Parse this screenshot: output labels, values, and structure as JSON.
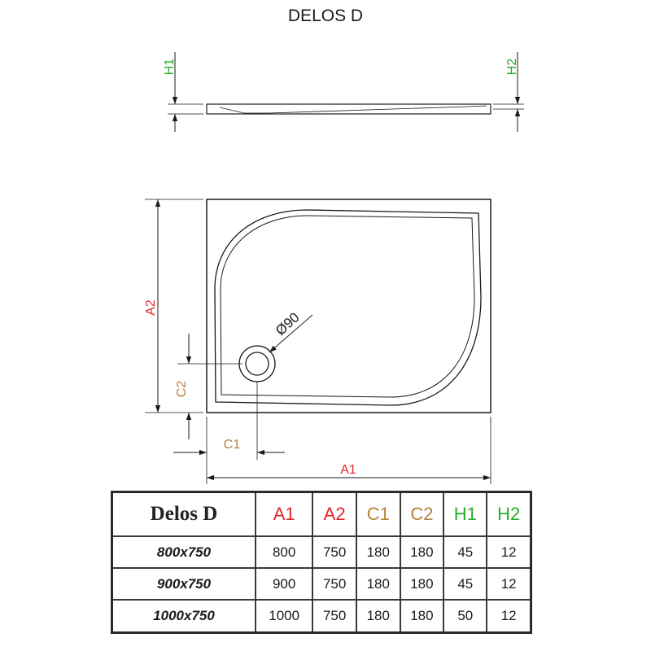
{
  "title": "DELOS D",
  "labels": {
    "h1": "H1",
    "h2": "H2",
    "a1": "A1",
    "a2": "A2",
    "c1": "C1",
    "c2": "C2",
    "drain": "Ø90"
  },
  "colors": {
    "a": "#e3262b",
    "c": "#b7803a",
    "h": "#27ad2b",
    "line": "#1a1a1a"
  },
  "table": {
    "headers": [
      "Delos D",
      "A1",
      "A2",
      "C1",
      "C2",
      "H1",
      "H2"
    ],
    "rows": [
      [
        "800x750",
        "800",
        "750",
        "180",
        "180",
        "45",
        "12"
      ],
      [
        "900x750",
        "900",
        "750",
        "180",
        "180",
        "45",
        "12"
      ],
      [
        "1000x750",
        "1000",
        "750",
        "180",
        "180",
        "50",
        "12"
      ]
    ]
  }
}
